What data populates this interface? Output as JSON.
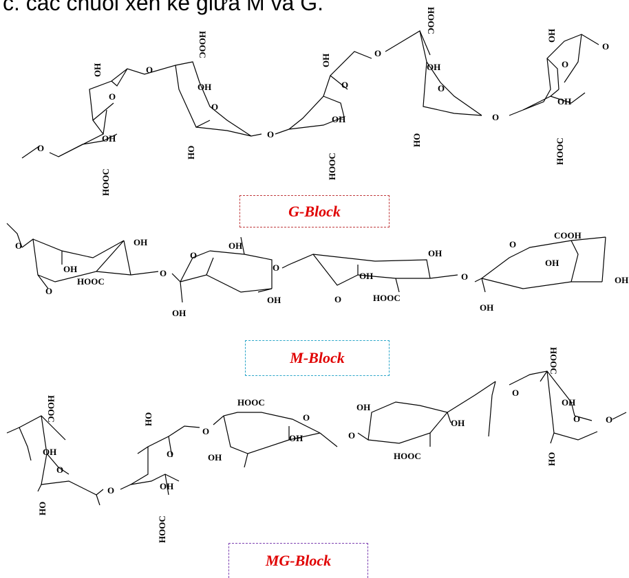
{
  "caption": "c. các chuỗi xen kẽ giữa M và G.",
  "labels": {
    "oh": "OH",
    "ho": "HO",
    "hooc": "HOOC",
    "cooh": "COOH",
    "o": "O"
  },
  "blocks": {
    "g": "G-Block",
    "m": "M-Block",
    "mg": "MG-Block"
  },
  "colors": {
    "label_text": "#e00000",
    "g_border": "#c0393b",
    "m_border": "#2aa6c9",
    "mg_border": "#7b3fb0"
  }
}
